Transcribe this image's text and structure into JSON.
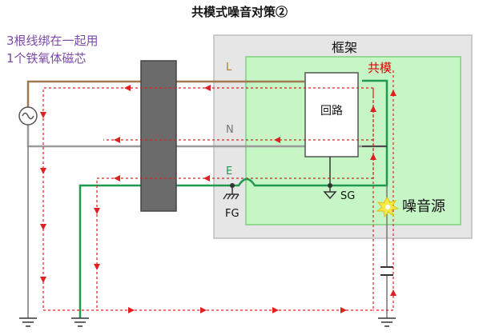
{
  "title": "共模式噪音对策②",
  "note": {
    "line1": "3根线绑在一起用",
    "line2": "1个铁氧体磁芯"
  },
  "frame": {
    "label": "框架"
  },
  "common_mode": {
    "label": "共模"
  },
  "lines": {
    "L": "L",
    "N": "N",
    "E": "E"
  },
  "circuit": {
    "label": "回路"
  },
  "fg": "FG",
  "sg": "SG",
  "noise_source": "噪音源",
  "colors": {
    "frame_fill": "#e6e6e6",
    "green_area": "#c6f5c6",
    "green_border": "#7fd07f",
    "line_L": "#a07850",
    "line_N": "#9a9a9a",
    "line_E": "#1f9a4f",
    "core": "#6b6b6b",
    "noise_path": "#e02020",
    "text_note": "#7b4aa6",
    "text_cm": "#e00000"
  }
}
